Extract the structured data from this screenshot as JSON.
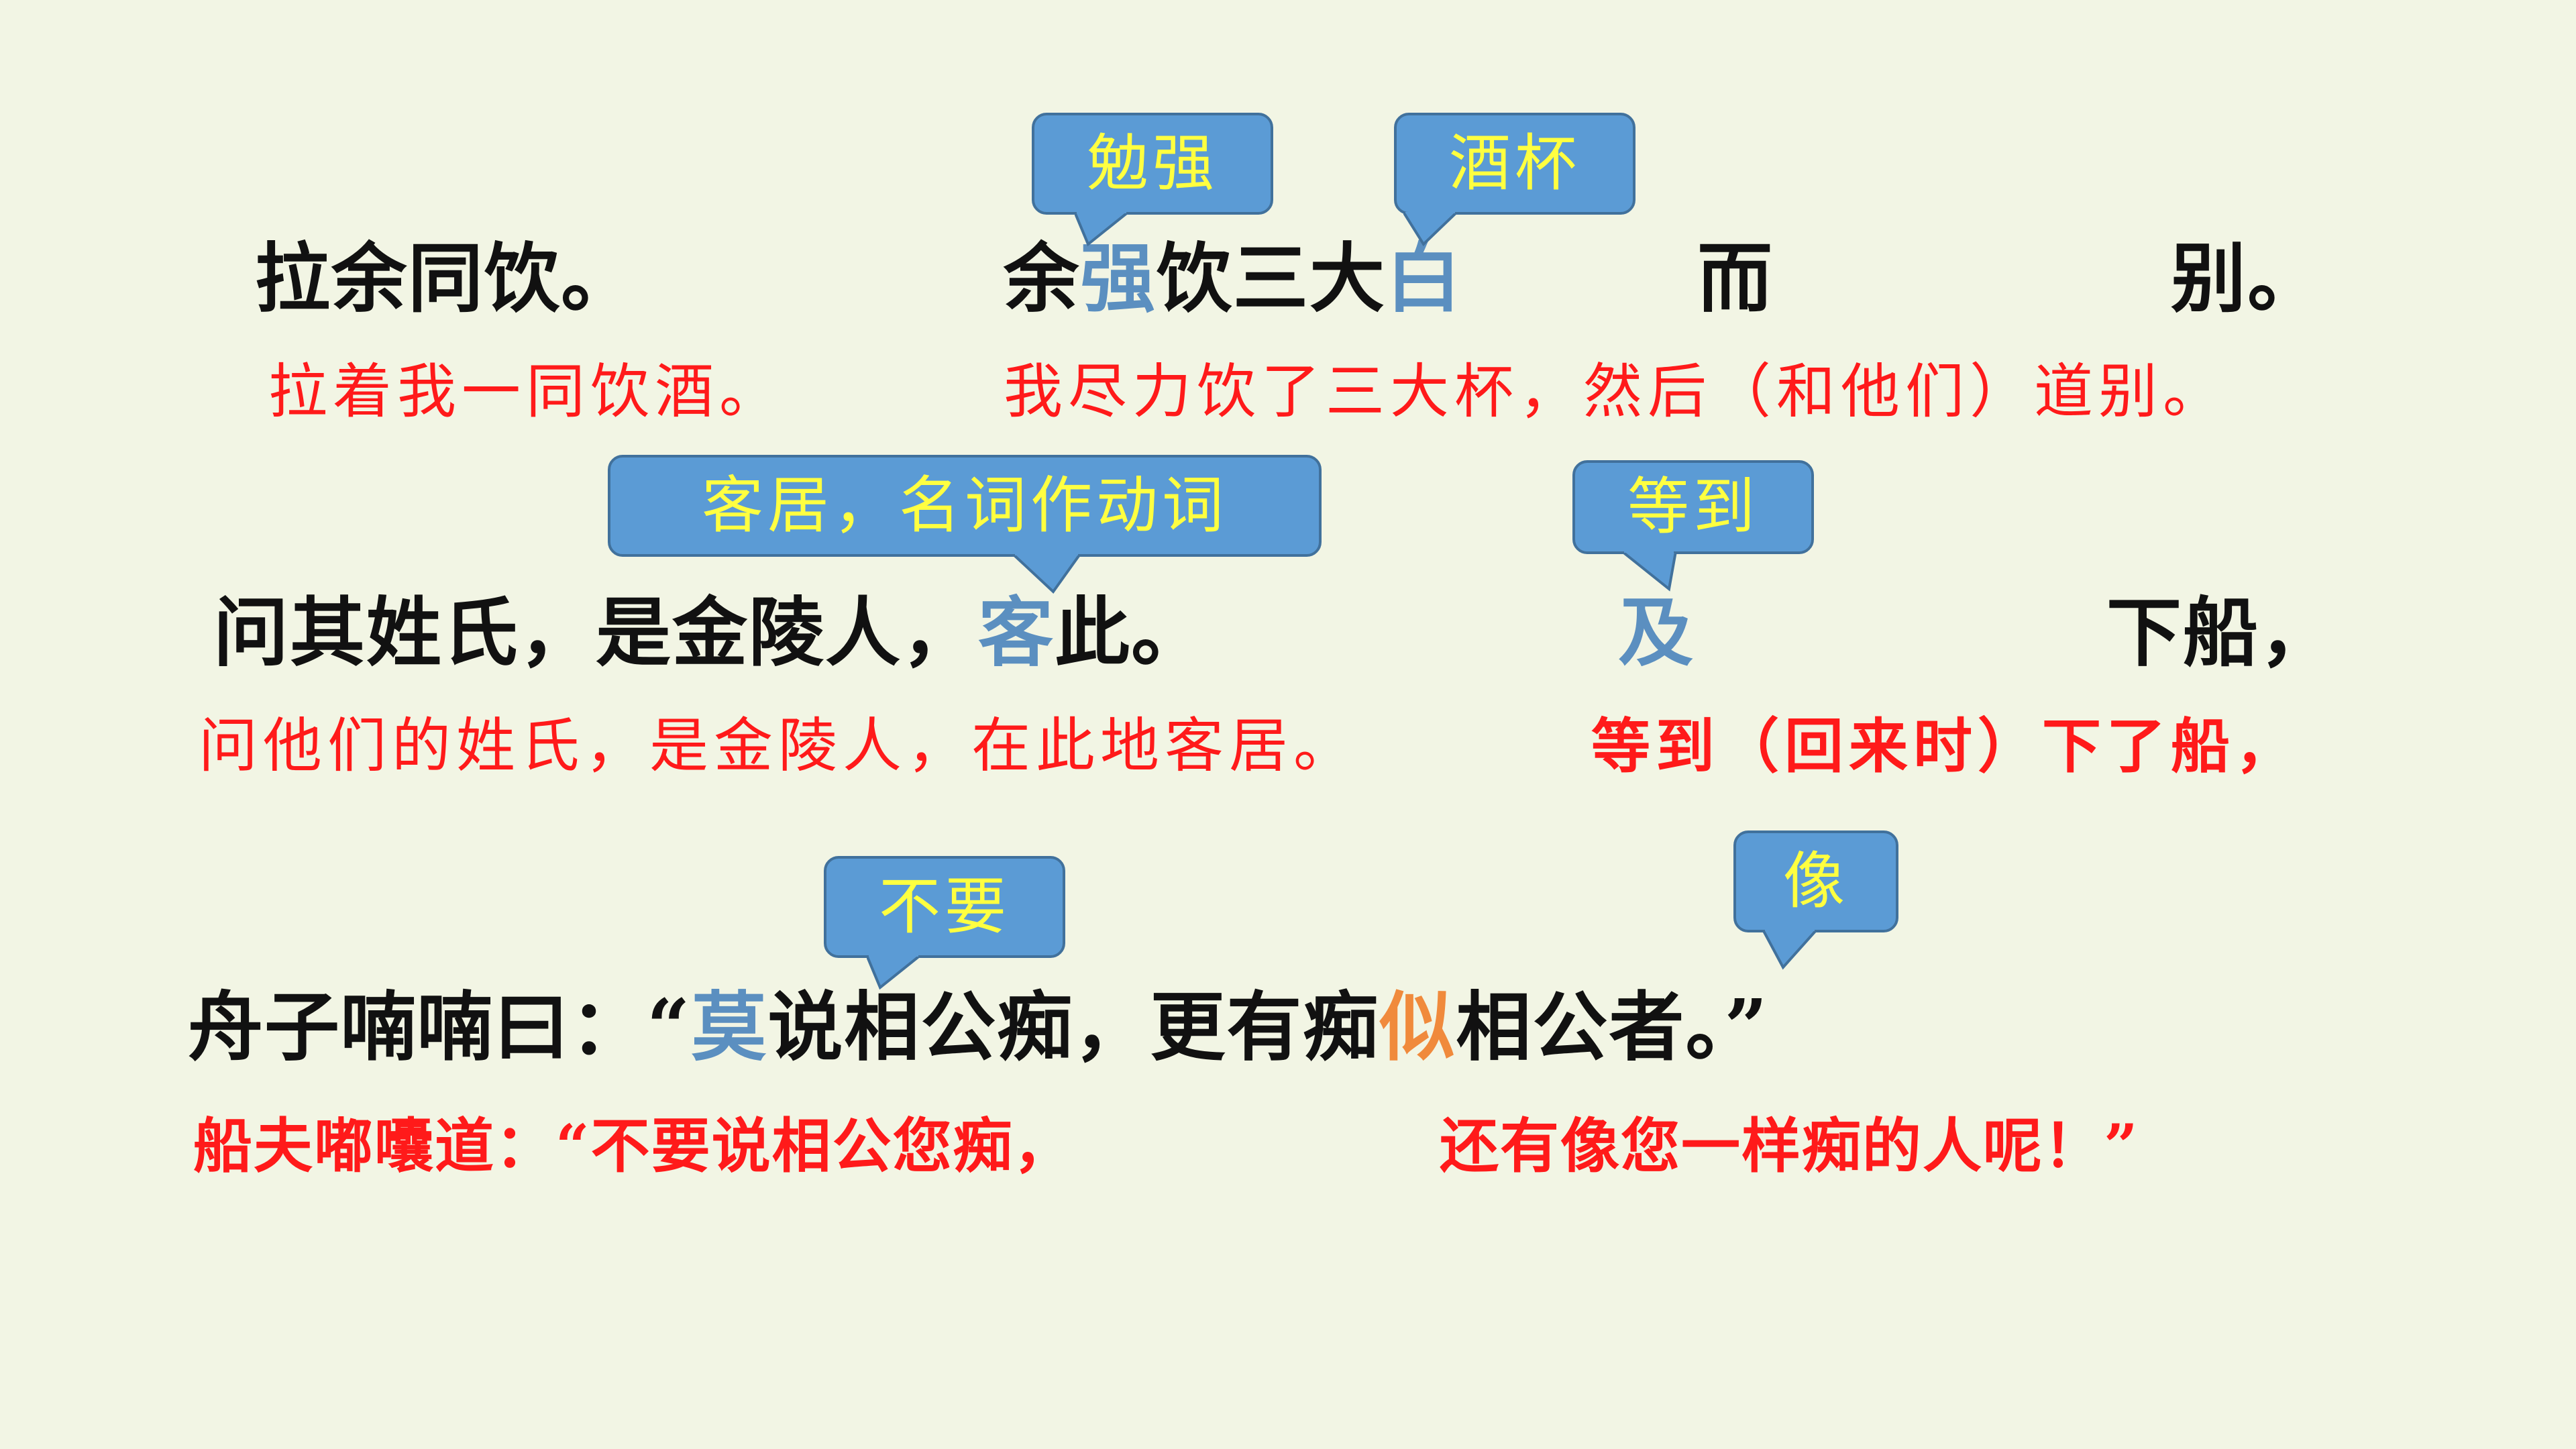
{
  "callouts": {
    "mianqiang": "勉强",
    "jiubei": "酒杯",
    "keju": "客居，名词作动词",
    "dengdao": "等到",
    "buyao": "不要",
    "xiang": "像"
  },
  "line1": {
    "part1": "拉余同饮。",
    "part2a": "余",
    "part2_hl": "强",
    "part2b": "饮三大",
    "part2_hl2": "白",
    "er": "而",
    "bie": "别。",
    "trans1": "拉着我一同饮酒。",
    "trans2": "我尽力饮了三大杯，然后（和他们）道别。"
  },
  "line2": {
    "part1": "问其姓氏，是金陵人，",
    "hl": "客",
    "part1b": "此。",
    "ji": "及",
    "xiachuan": "下船，",
    "trans1": "问他们的姓氏，是金陵人，在此地客居。",
    "trans2": "等到（回来时）下了船，"
  },
  "line3": {
    "prefix": "舟子喃喃曰：“",
    "hl1": "莫",
    "mid": "说相公痴，更有痴",
    "hl2": "似",
    "suffix": "相公者。”",
    "trans1": "船夫嘟囔道：“不要说相公您痴，",
    "trans2": "还有像您一样痴的人呢！”"
  },
  "colors": {
    "background": "#f2f5e4",
    "callout_fill": "#5b9bd5",
    "callout_text": "#ffff40",
    "translation": "#ff1a1a",
    "highlight_blue": "#5b8fc0",
    "highlight_orange": "#f08a3c"
  }
}
